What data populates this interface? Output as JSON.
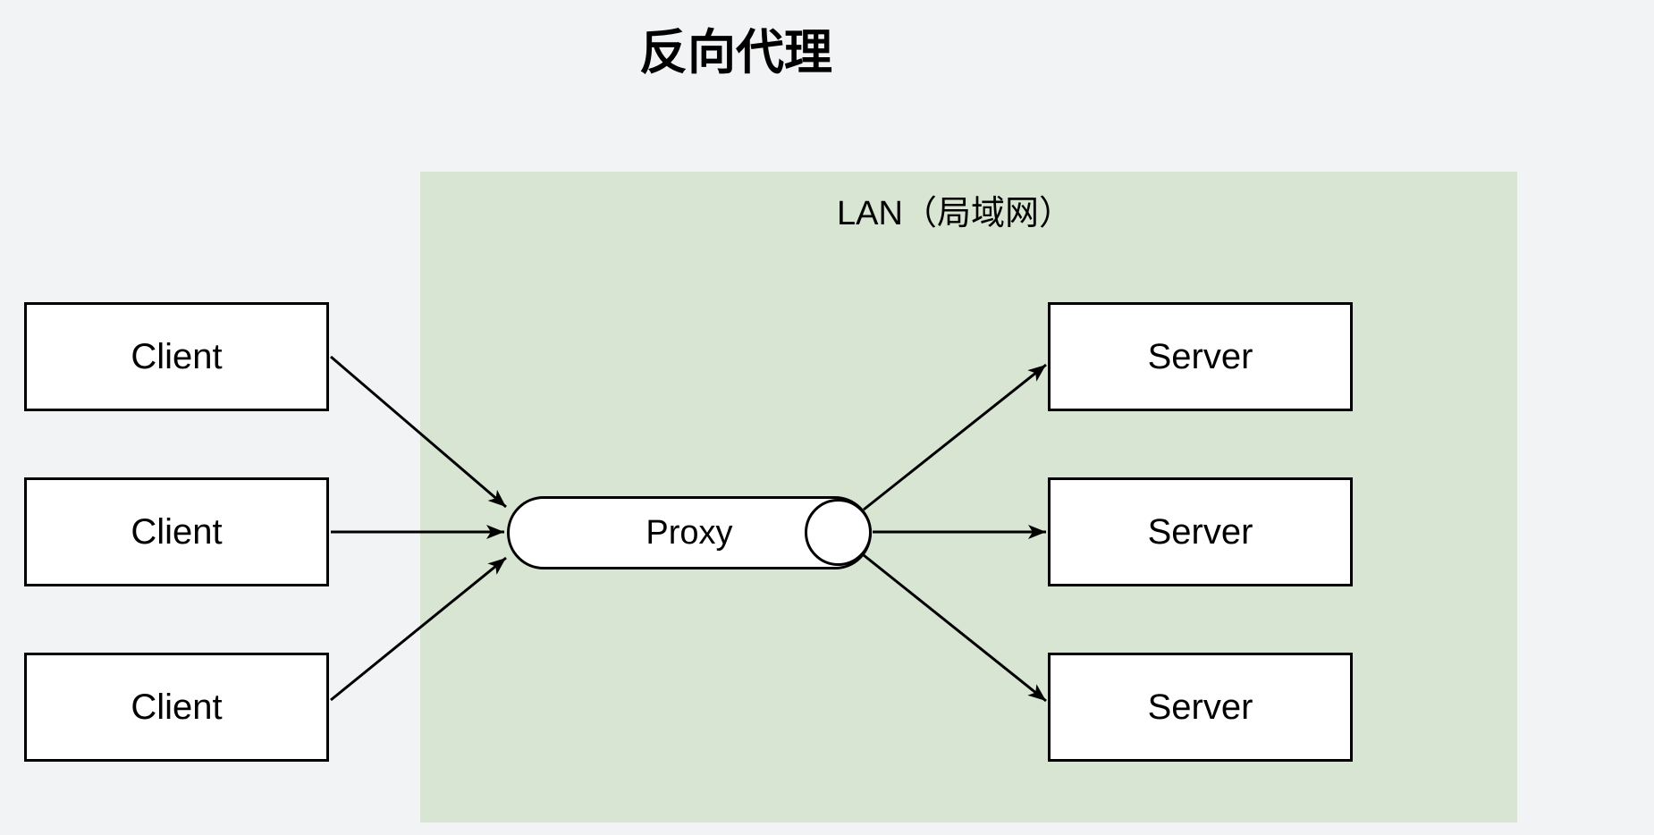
{
  "diagram": {
    "title": "反向代理",
    "lan": {
      "label": "LAN（局域网）",
      "fill_color": "#d8e5d2"
    },
    "nodes": {
      "clients": [
        {
          "id": "client-1",
          "label": "Client"
        },
        {
          "id": "client-2",
          "label": "Client"
        },
        {
          "id": "client-3",
          "label": "Client"
        }
      ],
      "proxy": {
        "id": "proxy",
        "label": "Proxy",
        "shape": "horizontal-cylinder"
      },
      "servers": [
        {
          "id": "server-1",
          "label": "Server"
        },
        {
          "id": "server-2",
          "label": "Server"
        },
        {
          "id": "server-3",
          "label": "Server"
        }
      ]
    },
    "edges": [
      {
        "from": "client-1",
        "to": "proxy"
      },
      {
        "from": "client-2",
        "to": "proxy"
      },
      {
        "from": "client-3",
        "to": "proxy"
      },
      {
        "from": "proxy",
        "to": "server-1"
      },
      {
        "from": "proxy",
        "to": "server-2"
      },
      {
        "from": "proxy",
        "to": "server-3"
      }
    ],
    "colors": {
      "background": "#f2f3f5",
      "lan_fill": "#d8e5d2",
      "node_fill": "#ffffff",
      "stroke": "#000000",
      "text": "#000000"
    }
  }
}
